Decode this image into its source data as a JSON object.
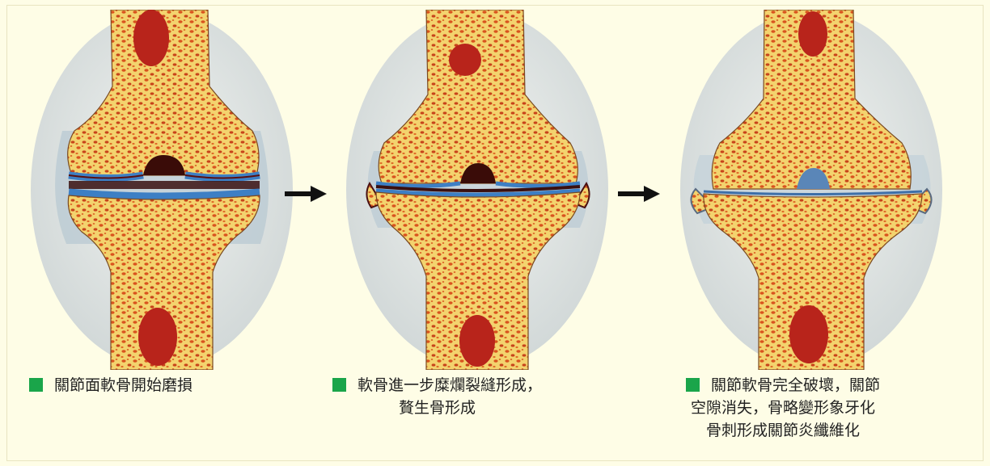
{
  "legend_color": "#1aa54a",
  "captions": [
    {
      "lines": [
        "關節面軟骨開始磨損"
      ]
    },
    {
      "lines": [
        "軟骨進一步糜爛裂縫形成，",
        "贅生骨形成"
      ]
    },
    {
      "lines": [
        "關節軟骨完全破壞，關節",
        "空隙消失，骨略變形象牙化",
        "骨刺形成關節炎纖維化"
      ]
    }
  ],
  "stages": [
    {
      "cartilage": "thick",
      "gap": "open",
      "spurs": false
    },
    {
      "cartilage": "thin",
      "gap": "narrow",
      "spurs": true
    },
    {
      "cartilage": "destroyed",
      "gap": "closed",
      "spurs": true
    }
  ]
}
